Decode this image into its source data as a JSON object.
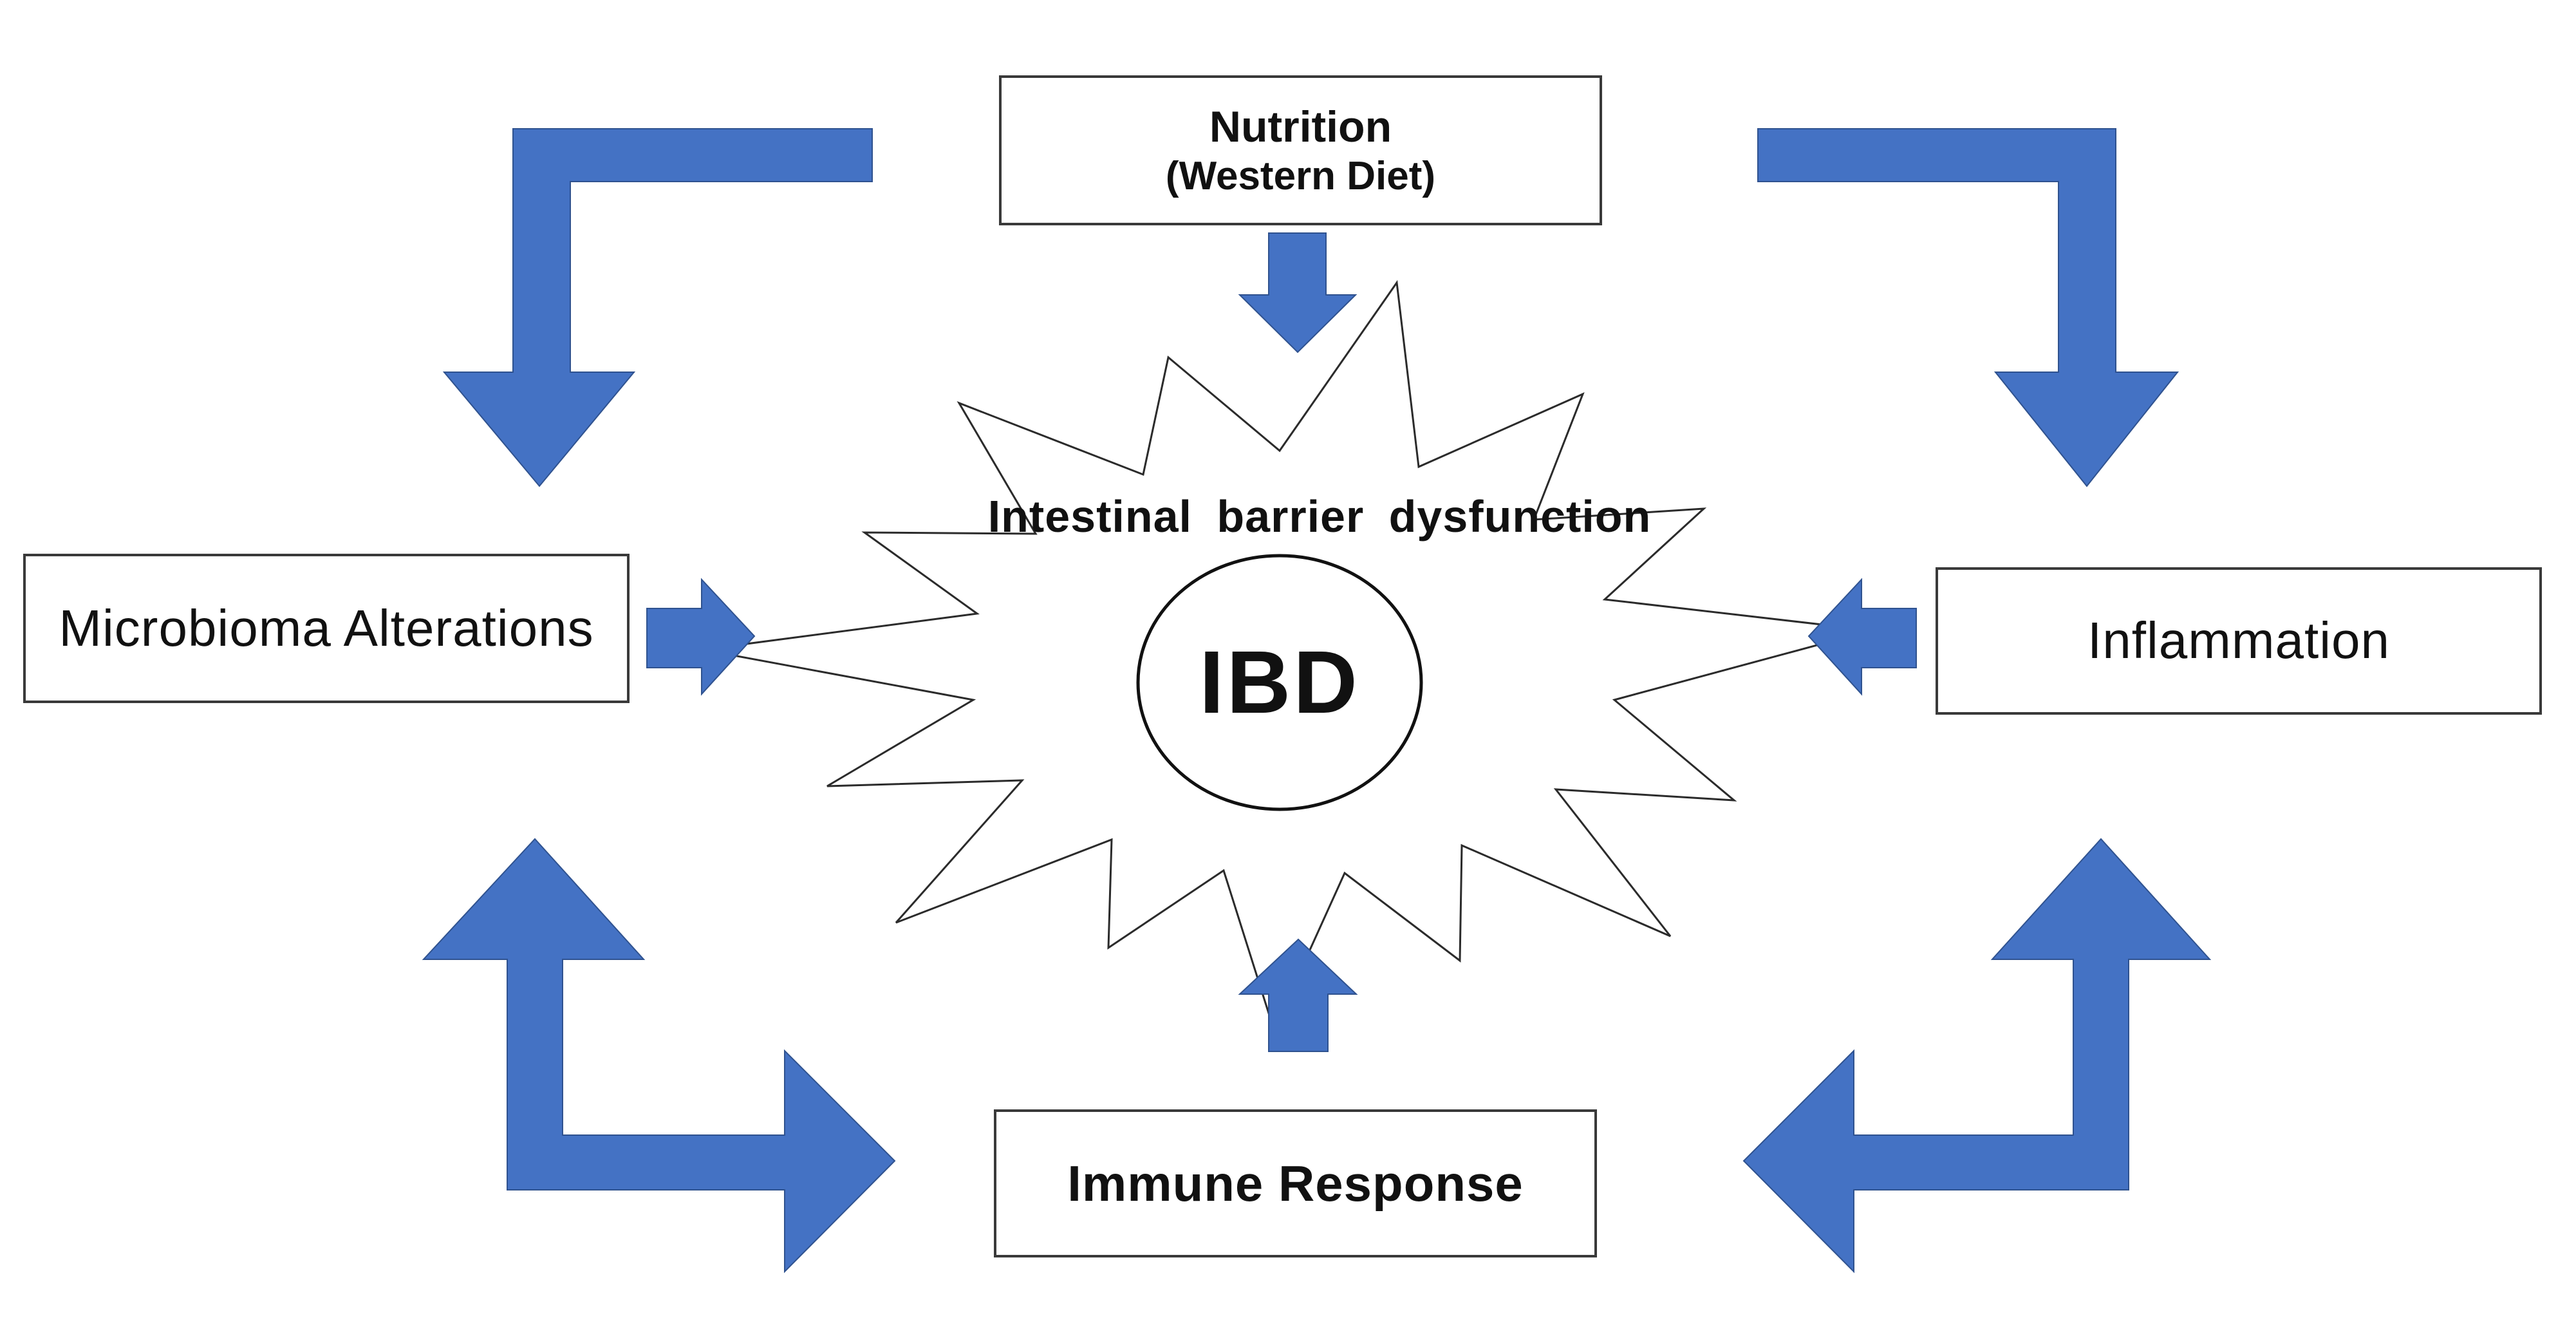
{
  "diagram": {
    "center": {
      "burst_label": "Intestinal barrier dysfunction",
      "circle_label": "IBD"
    },
    "nodes": {
      "nutrition": {
        "line1": "Nutrition",
        "line2": "(Western Diet)"
      },
      "microbioma": {
        "label": "Microbioma Alterations"
      },
      "inflammation": {
        "label": "Inflammation"
      },
      "immune": {
        "label": "Immune Response"
      }
    },
    "arrows": [
      {
        "name": "down-arrow-nutrition-to-ibd",
        "direction": "down",
        "from": "Nutrition (Western Diet)",
        "to": "Intestinal barrier dysfunction"
      },
      {
        "name": "right-arrow-microbioma-to-ibd",
        "direction": "right",
        "from": "Microbioma Alterations",
        "to": "Intestinal barrier dysfunction"
      },
      {
        "name": "left-arrow-inflammation-to-ibd",
        "direction": "left",
        "from": "Inflammation",
        "to": "Intestinal barrier dysfunction"
      },
      {
        "name": "up-arrow-immune-to-ibd",
        "direction": "up",
        "from": "Immune Response",
        "to": "Intestinal barrier dysfunction"
      },
      {
        "name": "elbow-arrow-top-left",
        "direction": "left-then-down",
        "from": "Nutrition (Western Diet)",
        "to": "Microbioma Alterations"
      },
      {
        "name": "elbow-arrow-top-right",
        "direction": "right-then-down",
        "from": "Nutrition (Western Diet)",
        "to": "Inflammation"
      },
      {
        "name": "double-arrow-bottom-left",
        "direction": "up-and-right",
        "between": "Microbioma Alterations and Immune Response"
      },
      {
        "name": "double-arrow-bottom-right",
        "direction": "up-and-left",
        "between": "Inflammation and Immune Response"
      }
    ],
    "colors": {
      "arrow": "#4472C4",
      "arrow_edge": "#2F528F",
      "box_border": "#3A3A3A",
      "outline": "#2B2B2B",
      "text": "#111111",
      "background": "#FFFFFF"
    }
  }
}
